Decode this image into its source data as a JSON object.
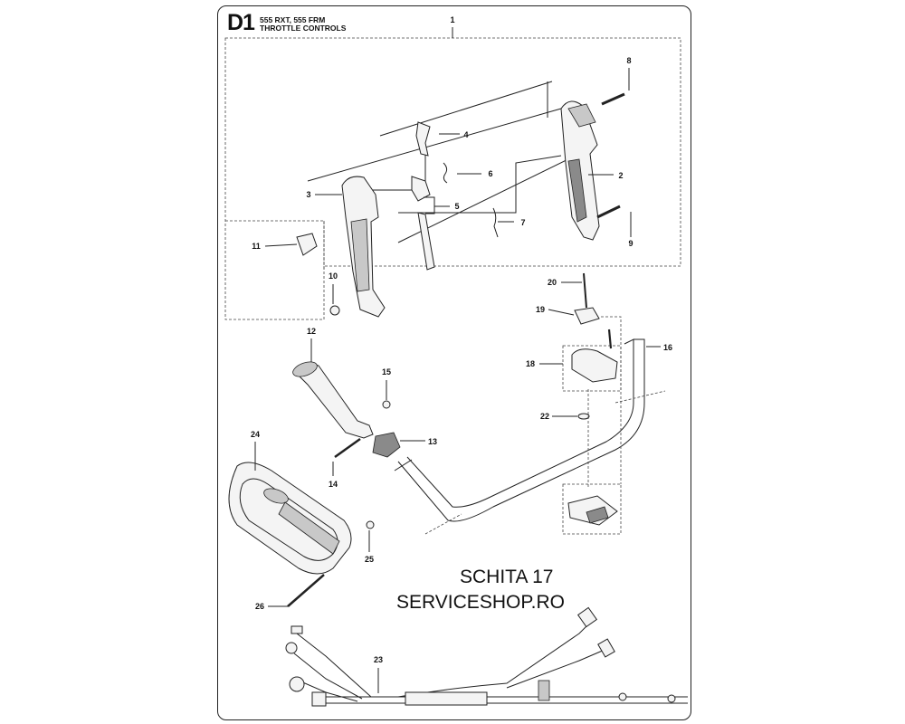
{
  "header": {
    "code": "D1",
    "models": "555 RXT, 555 FRM",
    "section": "THROTTLE CONTROLS"
  },
  "watermark": {
    "line1": "SCHITA 17",
    "line2": "SERVICESHOP.RO"
  },
  "callouts": [
    "1",
    "2",
    "3",
    "4",
    "5",
    "6",
    "7",
    "8",
    "9",
    "10",
    "11",
    "12",
    "13",
    "14",
    "15",
    "16",
    "18",
    "19",
    "20",
    "22",
    "23",
    "24",
    "25",
    "26"
  ]
}
